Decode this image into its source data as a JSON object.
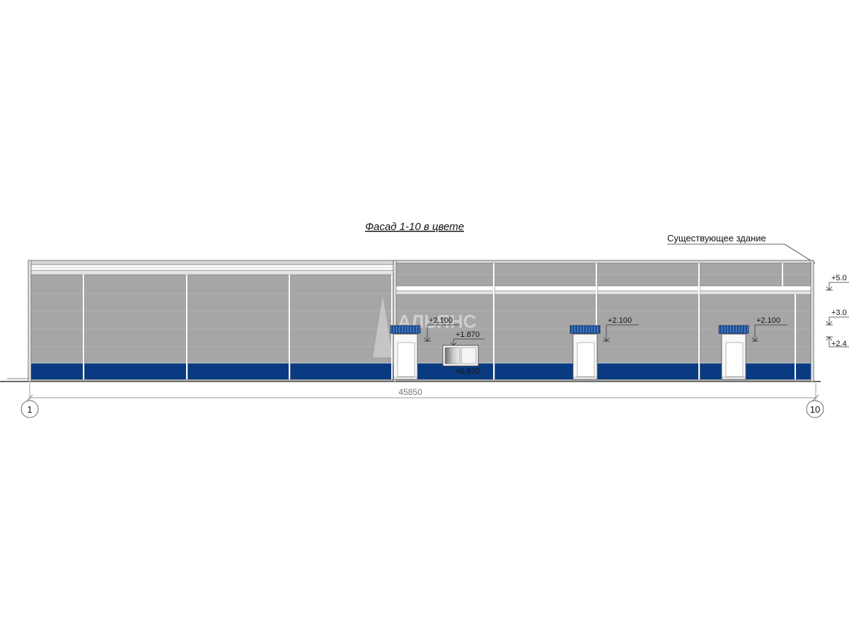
{
  "drawing": {
    "title": "Фасад 1-10 в цвете",
    "existing_building_label": "Существующее здание",
    "watermark_text": "АЛЬЯНС",
    "overall_dimension": "45850",
    "axes": {
      "left": "1",
      "right": "10"
    },
    "elevations": {
      "door_left": "+2.100",
      "window_top": "+1.870",
      "window_bottom": "+0.870",
      "door_middle": "+2.100",
      "door_right": "+2.100",
      "edge_top": "+5.0",
      "edge_middle": "+3.0",
      "edge_bottom": "+2.4"
    },
    "colors": {
      "panel_grey": "#a6a6a6",
      "plinth_blue": "#0a3a82",
      "canopy_blue": "#1c4f96",
      "roof_trim": "#dcdcdc",
      "outline": "#333333"
    }
  }
}
